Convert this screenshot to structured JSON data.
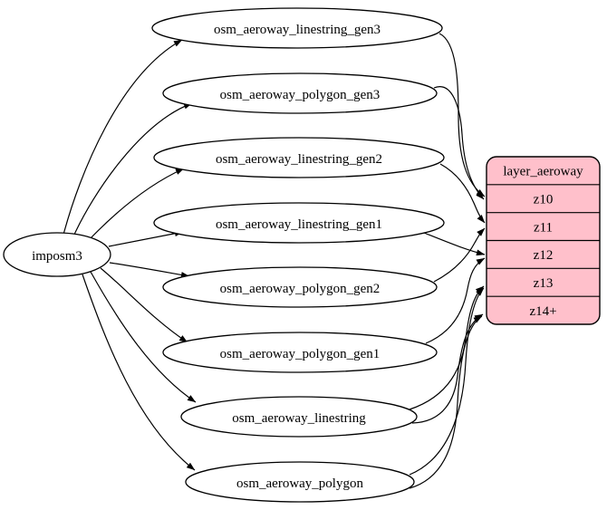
{
  "diagram": {
    "type": "etl-graph",
    "background": "#ffffff",
    "stroke_color": "#000000",
    "source": {
      "label": "imposm3"
    },
    "tables": [
      {
        "label": "osm_aeroway_linestring_gen3"
      },
      {
        "label": "osm_aeroway_polygon_gen3"
      },
      {
        "label": "osm_aeroway_linestring_gen2"
      },
      {
        "label": "osm_aeroway_linestring_gen1"
      },
      {
        "label": "osm_aeroway_polygon_gen2"
      },
      {
        "label": "osm_aeroway_polygon_gen1"
      },
      {
        "label": "osm_aeroway_linestring"
      },
      {
        "label": "osm_aeroway_polygon"
      }
    ],
    "layer": {
      "title": "layer_aeroway",
      "fill": "#ffc0cb",
      "rows": [
        {
          "label": "z10"
        },
        {
          "label": "z11"
        },
        {
          "label": "z12"
        },
        {
          "label": "z13"
        },
        {
          "label": "z14+"
        }
      ]
    },
    "edges": [
      {
        "from": "imposm3",
        "to": "osm_aeroway_linestring_gen3"
      },
      {
        "from": "imposm3",
        "to": "osm_aeroway_polygon_gen3"
      },
      {
        "from": "imposm3",
        "to": "osm_aeroway_linestring_gen2"
      },
      {
        "from": "imposm3",
        "to": "osm_aeroway_linestring_gen1"
      },
      {
        "from": "imposm3",
        "to": "osm_aeroway_polygon_gen2"
      },
      {
        "from": "imposm3",
        "to": "osm_aeroway_polygon_gen1"
      },
      {
        "from": "imposm3",
        "to": "osm_aeroway_linestring"
      },
      {
        "from": "imposm3",
        "to": "osm_aeroway_polygon"
      },
      {
        "from": "osm_aeroway_linestring_gen3",
        "to": "z10"
      },
      {
        "from": "osm_aeroway_polygon_gen3",
        "to": "z10"
      },
      {
        "from": "osm_aeroway_linestring_gen2",
        "to": "z11"
      },
      {
        "from": "osm_aeroway_polygon_gen2",
        "to": "z11"
      },
      {
        "from": "osm_aeroway_linestring_gen1",
        "to": "z12"
      },
      {
        "from": "osm_aeroway_polygon_gen1",
        "to": "z12"
      },
      {
        "from": "osm_aeroway_linestring",
        "to": "z13"
      },
      {
        "from": "osm_aeroway_linestring",
        "to": "z14+"
      },
      {
        "from": "osm_aeroway_polygon",
        "to": "z13"
      },
      {
        "from": "osm_aeroway_polygon",
        "to": "z14+"
      }
    ]
  }
}
